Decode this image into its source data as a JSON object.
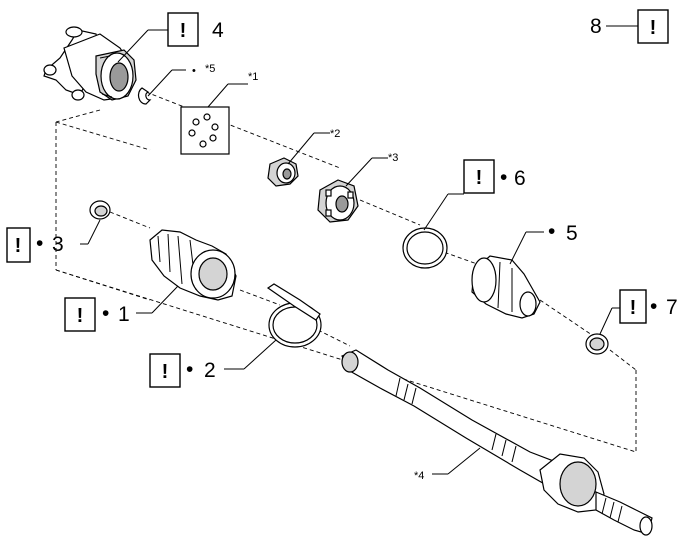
{
  "callouts": {
    "c1": {
      "bullet": "•",
      "number": "1",
      "mark": "!"
    },
    "c2": {
      "bullet": "•",
      "number": "2",
      "mark": "!"
    },
    "c3": {
      "bullet": "•",
      "number": "3",
      "mark": "!"
    },
    "c4": {
      "number": "4",
      "mark": "!"
    },
    "c5": {
      "bullet": "•",
      "number": "5"
    },
    "c6": {
      "bullet": "•",
      "number": "6",
      "mark": "!"
    },
    "c7": {
      "bullet": "•",
      "number": "7",
      "mark": "!"
    },
    "c8": {
      "number": "8",
      "mark": "!"
    }
  },
  "notes": {
    "n1": {
      "label": "*1"
    },
    "n2": {
      "label": "*2"
    },
    "n3": {
      "label": "*3"
    },
    "n4": {
      "label": "*4"
    },
    "n5": {
      "bullet": "•",
      "label": "*5"
    }
  },
  "icons": {
    "attention": "exclamation-box-icon"
  }
}
